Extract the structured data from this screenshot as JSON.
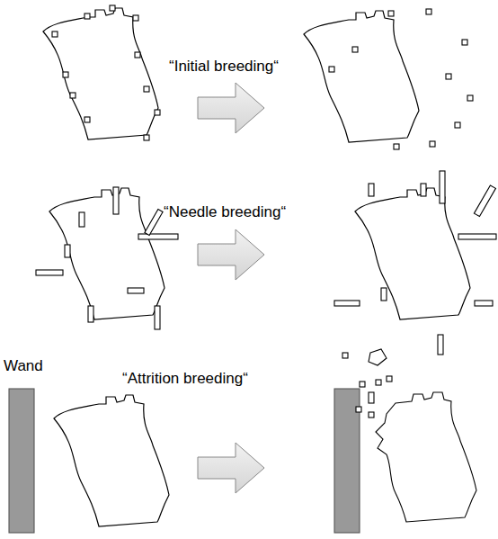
{
  "diagram": {
    "labels": [
      "“Initial breeding“",
      "“Needle breeding“",
      "Wand",
      "“Attrition breeding“"
    ]
  }
}
